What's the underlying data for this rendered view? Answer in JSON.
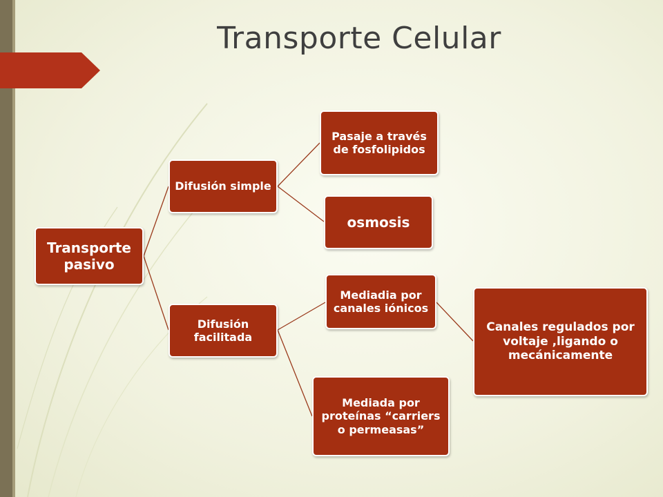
{
  "slide": {
    "title": "Transporte Celular"
  },
  "colors": {
    "node_fill": "#a42f11",
    "node_text": "#ffffff",
    "connector": "#9a3a1c",
    "accent_tab": "#b3321a",
    "left_bar": "#7b7155"
  },
  "diagram": {
    "root": {
      "label": "Transporte pasivo"
    },
    "simple": {
      "label": "Difusión simple"
    },
    "facilitada": {
      "label": "Difusión facilitada"
    },
    "fosfolipidos": {
      "label": "Pasaje a través de fosfolipidos"
    },
    "osmosis": {
      "label": "osmosis"
    },
    "canales": {
      "label": "Mediadia por canales iónicos"
    },
    "regulados": {
      "label": "Canales regulados por voltaje ,ligando o mecánicamente"
    },
    "proteinas": {
      "label": "Mediada por proteínas “carriers o permeasas”"
    }
  }
}
